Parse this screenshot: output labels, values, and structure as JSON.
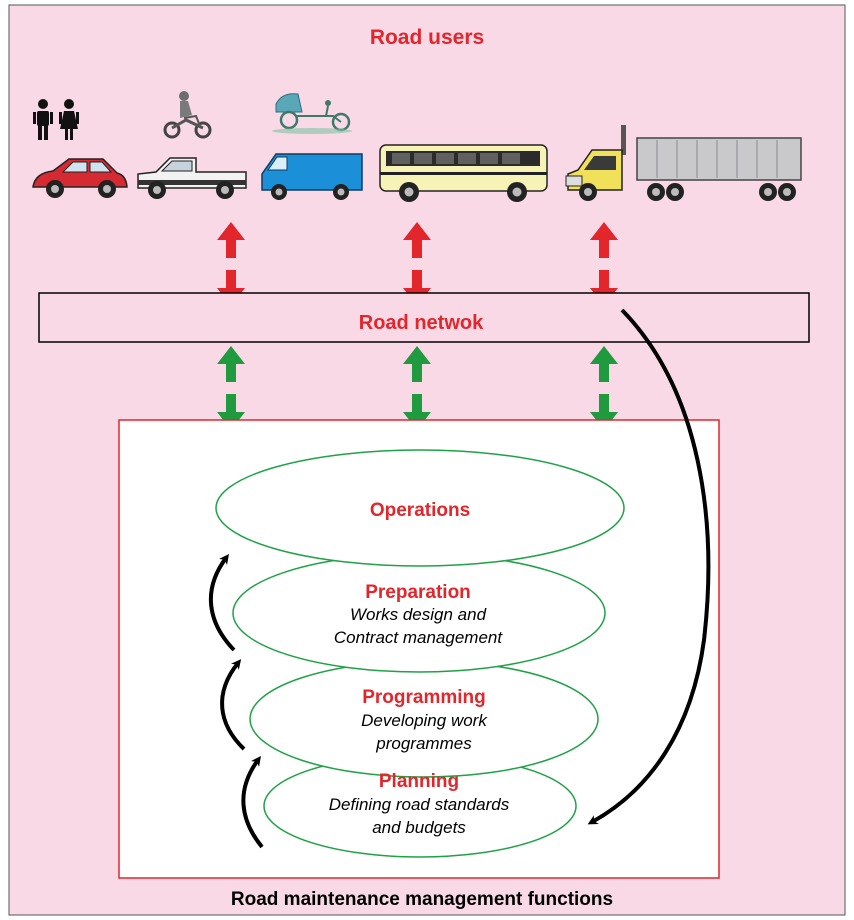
{
  "colors": {
    "background": "#f9d9e6",
    "accent_red": "#e3262b",
    "ellipse_green": "#1fa246",
    "arrow_green": "#1f9a3e",
    "arrow_red": "#e3262b",
    "text_dark": "#000000"
  },
  "header": {
    "title": "Road users"
  },
  "network": {
    "label": "Road netwok"
  },
  "functions": {
    "operations": {
      "title": "Operations"
    },
    "preparation": {
      "title": "Preparation",
      "line1": "Works design and",
      "line2": "Contract management"
    },
    "programming": {
      "title": "Programming",
      "line1": "Developing work",
      "line2": "programmes"
    },
    "planning": {
      "title": "Planning",
      "line1": "Defining road standards",
      "line2": "and budgets"
    }
  },
  "footer": {
    "caption": "Road maintenance management functions"
  },
  "icons": [
    "pedestrians-icon",
    "motorcyclist-icon",
    "rickshaw-icon",
    "car-icon",
    "pickup-truck-icon",
    "van-icon",
    "bus-icon",
    "semi-truck-icon"
  ]
}
